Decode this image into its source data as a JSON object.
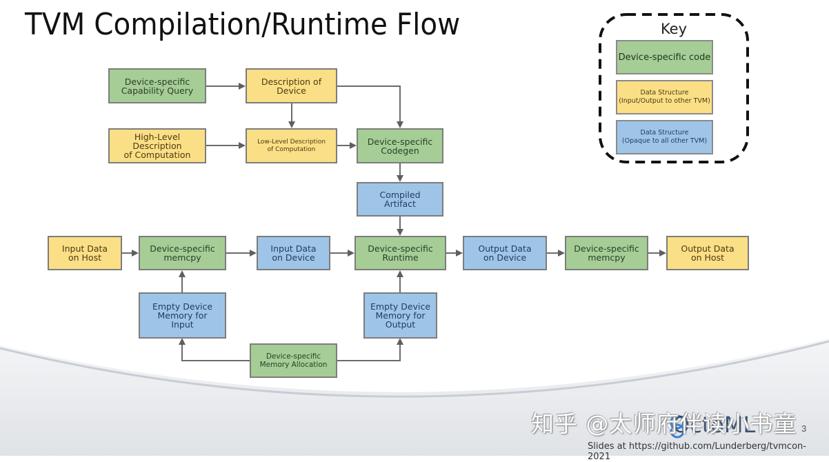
{
  "slide": {
    "title": "TVM Compilation/Runtime Flow",
    "page_number": "3",
    "footer_link": "Slides at https://github.com/Lunderberg/tvmcon-2021",
    "logo_text": "OctoML",
    "watermark": "知乎 @太师府伴读小书童"
  },
  "colors": {
    "device_specific_code": "#a6cd95",
    "data_structure_io": "#fbdf86",
    "data_structure_opaque": "#9ec5e8",
    "border": "#7c7c7c",
    "arrow": "#5f5f5f"
  },
  "key": {
    "title": "Key",
    "items": [
      {
        "label": "Device-specific code",
        "category": "green"
      },
      {
        "label": "Data Structure\n(Input/Output to other TVM)",
        "line1": "Data Structure",
        "line2": "(Input/Output to other TVM)",
        "category": "yellow"
      },
      {
        "label": "Data Structure\n(Opaque to all other TVM)",
        "line1": "Data Structure",
        "line2": "(Opaque to all other TVM)",
        "category": "blue"
      }
    ]
  },
  "nodes": {
    "capability_query": {
      "line1": "Device-specific",
      "line2": "Capability Query",
      "category": "green"
    },
    "description_of_device": {
      "line1": "Description of",
      "line2": "Device",
      "category": "yellow"
    },
    "high_level_description": {
      "line1": "High-Level Description",
      "line2": "of Computation",
      "category": "yellow"
    },
    "low_level_description": {
      "line1": "Low-Level Description",
      "line2": "of Computation",
      "category": "yellow"
    },
    "codegen": {
      "line1": "Device-specific",
      "line2": "Codegen",
      "category": "green"
    },
    "compiled_artifact": {
      "line1": "Compiled",
      "line2": "Artifact",
      "category": "blue"
    },
    "input_data_host": {
      "line1": "Input Data",
      "line2": "on Host",
      "category": "yellow"
    },
    "memcpy_in": {
      "line1": "Device-specific",
      "line2": "memcpy",
      "category": "green"
    },
    "input_data_device": {
      "line1": "Input Data",
      "line2": "on Device",
      "category": "blue"
    },
    "runtime": {
      "line1": "Device-specific",
      "line2": "Runtime",
      "category": "green"
    },
    "output_data_device": {
      "line1": "Output Data",
      "line2": "on Device",
      "category": "blue"
    },
    "memcpy_out": {
      "line1": "Device-specific",
      "line2": "memcpy",
      "category": "green"
    },
    "output_data_host": {
      "line1": "Output Data",
      "line2": "on Host",
      "category": "yellow"
    },
    "empty_mem_input": {
      "line1": "Empty Device",
      "line2": "Memory for",
      "line3": "Input",
      "category": "blue"
    },
    "empty_mem_output": {
      "line1": "Empty Device",
      "line2": "Memory for",
      "line3": "Output",
      "category": "blue"
    },
    "memory_allocation": {
      "line1": "Device-specific",
      "line2": "Memory Allocation",
      "category": "green"
    }
  },
  "edges": [
    {
      "from": "capability_query",
      "to": "description_of_device"
    },
    {
      "from": "description_of_device",
      "to": "low_level_description"
    },
    {
      "from": "description_of_device",
      "to": "codegen"
    },
    {
      "from": "high_level_description",
      "to": "low_level_description"
    },
    {
      "from": "low_level_description",
      "to": "codegen"
    },
    {
      "from": "codegen",
      "to": "compiled_artifact"
    },
    {
      "from": "compiled_artifact",
      "to": "runtime"
    },
    {
      "from": "input_data_host",
      "to": "memcpy_in"
    },
    {
      "from": "memcpy_in",
      "to": "input_data_device"
    },
    {
      "from": "input_data_device",
      "to": "runtime"
    },
    {
      "from": "runtime",
      "to": "output_data_device"
    },
    {
      "from": "output_data_device",
      "to": "memcpy_out"
    },
    {
      "from": "memcpy_out",
      "to": "output_data_host"
    },
    {
      "from": "empty_mem_input",
      "to": "memcpy_in"
    },
    {
      "from": "empty_mem_output",
      "to": "runtime"
    },
    {
      "from": "memory_allocation",
      "to": "empty_mem_input"
    },
    {
      "from": "memory_allocation",
      "to": "empty_mem_output"
    }
  ]
}
